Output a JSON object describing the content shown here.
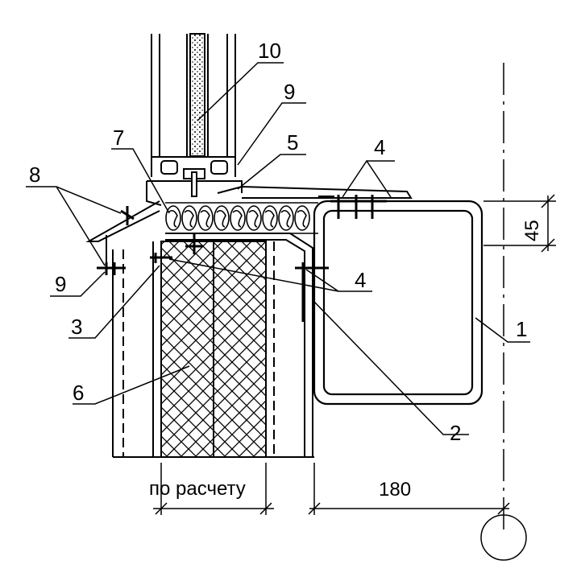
{
  "callouts": {
    "c1": "1",
    "c2": "2",
    "c3": "3",
    "c4_top": "4",
    "c4_mid": "4",
    "c5": "5",
    "c6": "6",
    "c7": "7",
    "c8": "8",
    "c9_top": "9",
    "c9_left": "9",
    "c10": "10"
  },
  "dimensions": {
    "width_label": "по расчету",
    "offset_label": "180",
    "height_label": "45"
  },
  "colors": {
    "line": "#000000",
    "background": "#ffffff"
  }
}
